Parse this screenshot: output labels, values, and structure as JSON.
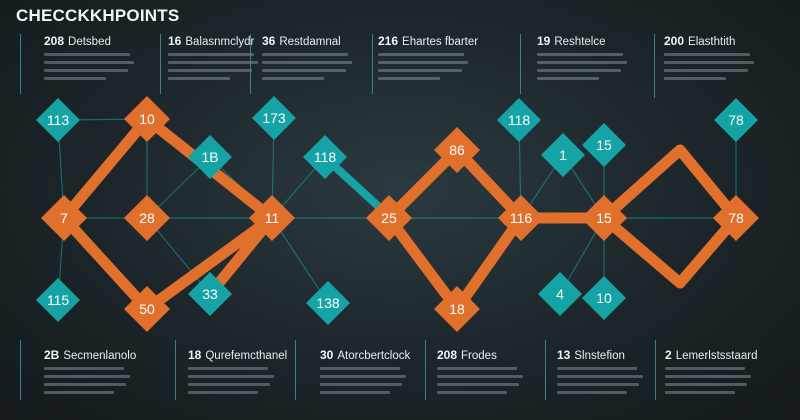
{
  "title": "CHECCKKHPOINTS",
  "colors": {
    "teal": "#15a3a6",
    "orange": "#e0702c",
    "background": "#1c2529"
  },
  "top_notes": [
    {
      "num": "208",
      "label": "Detsbed"
    },
    {
      "num": "16",
      "label": "Balasnmclydr"
    },
    {
      "num": "36",
      "label": "Restdamnal"
    },
    {
      "num": "216",
      "label": "Ehartes fbarter"
    },
    {
      "num": "19",
      "label": "Reshtelce"
    },
    {
      "num": "200",
      "label": "Elasthtith"
    }
  ],
  "bottom_notes": [
    {
      "num": "2B",
      "label": "Secmenlanolo"
    },
    {
      "num": "18",
      "label": "Qurefemcthanel"
    },
    {
      "num": "30",
      "label": "Atorcbertclock"
    },
    {
      "num": "208",
      "label": "Frodes"
    },
    {
      "num": "13",
      "label": "Slnstefion"
    },
    {
      "num": "2",
      "label": "Lemerlstsstaard"
    }
  ],
  "nodes": [
    {
      "id": "n1",
      "label": "113",
      "kind": "teal"
    },
    {
      "id": "n2",
      "label": "10",
      "kind": "orange"
    },
    {
      "id": "n3",
      "label": "7",
      "kind": "orange"
    },
    {
      "id": "n4",
      "label": "115",
      "kind": "teal"
    },
    {
      "id": "n5",
      "label": "50",
      "kind": "orange"
    },
    {
      "id": "n6",
      "label": "28",
      "kind": "orange"
    },
    {
      "id": "n7",
      "label": "1B",
      "kind": "teal"
    },
    {
      "id": "n8",
      "label": "173",
      "kind": "teal"
    },
    {
      "id": "n9",
      "label": "11",
      "kind": "orange"
    },
    {
      "id": "n10",
      "label": "33",
      "kind": "teal"
    },
    {
      "id": "n11",
      "label": "118",
      "kind": "teal"
    },
    {
      "id": "n12",
      "label": "25",
      "kind": "orange"
    },
    {
      "id": "n13",
      "label": "138",
      "kind": "teal"
    },
    {
      "id": "n14",
      "label": "86",
      "kind": "orange"
    },
    {
      "id": "n15",
      "label": "18",
      "kind": "orange"
    },
    {
      "id": "n16",
      "label": "118",
      "kind": "teal"
    },
    {
      "id": "n17",
      "label": "116",
      "kind": "orange"
    },
    {
      "id": "n18",
      "label": "1",
      "kind": "teal"
    },
    {
      "id": "n19",
      "label": "15",
      "kind": "teal"
    },
    {
      "id": "n20",
      "label": "15",
      "kind": "orange"
    },
    {
      "id": "n21",
      "label": "4",
      "kind": "teal"
    },
    {
      "id": "n22",
      "label": "10",
      "kind": "teal"
    },
    {
      "id": "n23",
      "label": "78",
      "kind": "teal"
    },
    {
      "id": "n24",
      "label": "78",
      "kind": "orange"
    }
  ]
}
